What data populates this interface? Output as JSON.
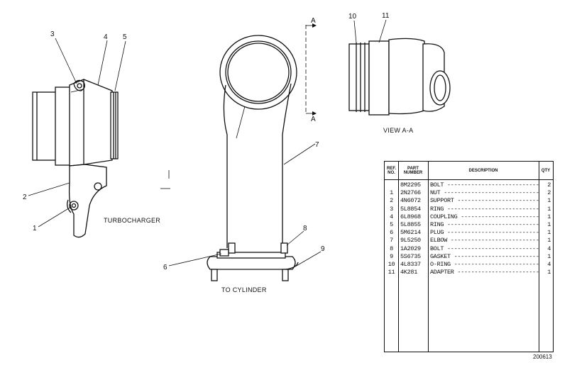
{
  "callouts": {
    "c1": "1",
    "c2": "2",
    "c3": "3",
    "c4": "4",
    "c5": "5",
    "c6": "6",
    "c7": "7",
    "c8": "8",
    "c9": "9",
    "c10": "10",
    "c11": "11"
  },
  "section_marks": {
    "a_top": "A",
    "a_bottom": "A"
  },
  "captions": {
    "turbocharger": "TURBOCHARGER",
    "to_cylinder": "TO CYLINDER",
    "view_aa": "VIEW A-A"
  },
  "parts_table": {
    "headers": {
      "ref": "REF. NO.",
      "part": "PART NUMBER",
      "description": "DESCRIPTION",
      "qty": "QTY"
    },
    "rows": [
      {
        "ref": "",
        "part": "8M2295",
        "description": "BOLT",
        "qty": "2"
      },
      {
        "ref": "1",
        "part": "2N2766",
        "description": "NUT",
        "qty": "2"
      },
      {
        "ref": "2",
        "part": "4N6072",
        "description": "SUPPORT",
        "qty": "1"
      },
      {
        "ref": "3",
        "part": "5L8854",
        "description": "RING",
        "qty": "1"
      },
      {
        "ref": "4",
        "part": "6L8968",
        "description": "COUPLING",
        "qty": "1"
      },
      {
        "ref": "5",
        "part": "5L8855",
        "description": "RING",
        "qty": "1"
      },
      {
        "ref": "6",
        "part": "5M6214",
        "description": "PLUG",
        "qty": "1"
      },
      {
        "ref": "7",
        "part": "9L5250",
        "description": "ELBOW",
        "qty": "1"
      },
      {
        "ref": "8",
        "part": "1A2029",
        "description": "BOLT",
        "qty": "4"
      },
      {
        "ref": "9",
        "part": "5S6735",
        "description": "GASKET",
        "qty": "1"
      },
      {
        "ref": "10",
        "part": "4L8337",
        "description": "O-RING",
        "qty": "4"
      },
      {
        "ref": "11",
        "part": "4K281",
        "description": "ADAPTER",
        "qty": "1"
      }
    ]
  },
  "figure_number": "200613"
}
